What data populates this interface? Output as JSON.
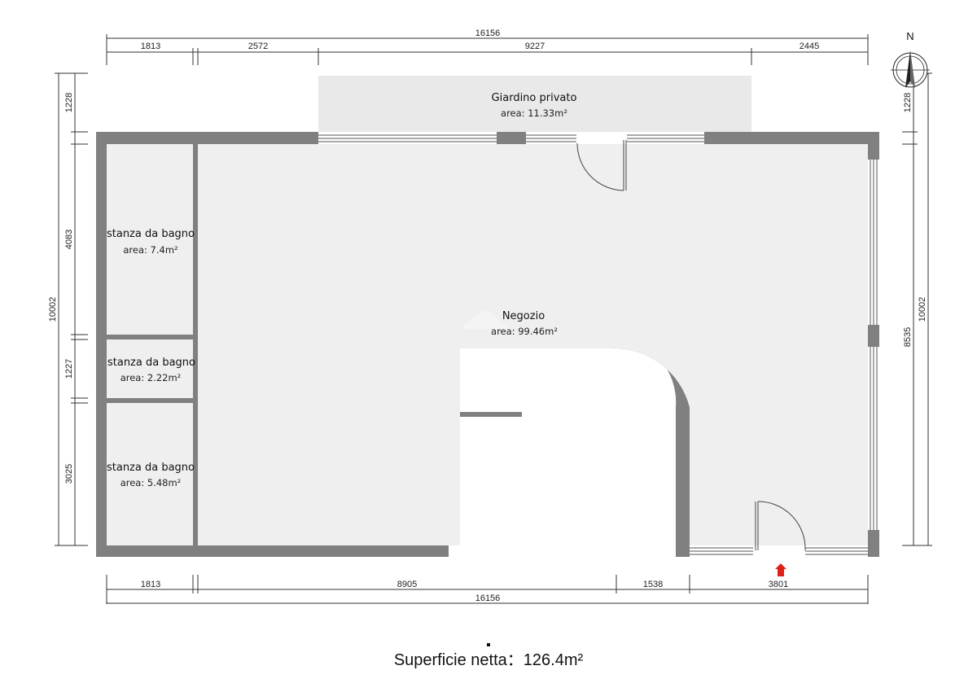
{
  "colors": {
    "wall": "#808080",
    "floor": "#efefef",
    "garden": "#e9e9e9",
    "line": "#333333",
    "entrance": "#e0201a"
  },
  "rooms": {
    "garden": {
      "name": "Giardino privato",
      "area": "area: 11.33m²"
    },
    "negozio": {
      "name": "Negozio",
      "area": "area: 99.46m²"
    },
    "bath1": {
      "name": "stanza da bagno",
      "area": "area: 7.4m²"
    },
    "bath2": {
      "name": "stanza da bagno",
      "area": "area: 2.22m²"
    },
    "bath3": {
      "name": "stanza da bagno",
      "area": "area: 5.48m²"
    }
  },
  "dimensions": {
    "top_total": "16156",
    "top": [
      "1813",
      "2572",
      "9227",
      "2445"
    ],
    "bottom": [
      "1813",
      "8905",
      "1538",
      "3801"
    ],
    "bottom_total": "16156",
    "left_outer": "10002",
    "left": [
      "1228",
      "4083",
      "1227",
      "3025"
    ],
    "right_outer": "10002",
    "right": [
      "1228",
      "8535"
    ]
  },
  "compass": {
    "label": "N",
    "icon": "north-arrow-icon"
  },
  "entrance": {
    "icon": "entrance-arrow-icon"
  },
  "summary": {
    "label": "Superficie netta：",
    "value": "126.4m²"
  }
}
